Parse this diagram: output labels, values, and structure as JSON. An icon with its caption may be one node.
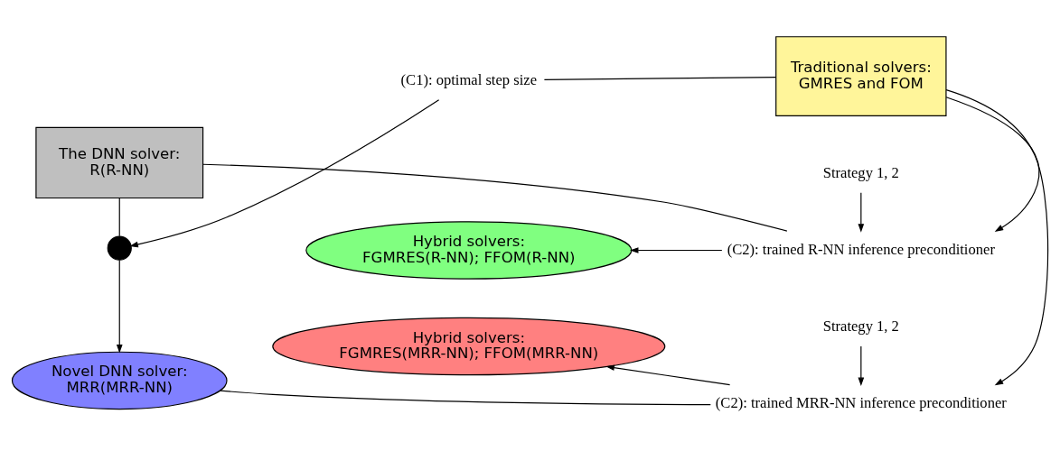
{
  "diagram": {
    "nodes": [
      {
        "text": [
          "Hybrid solvers:",
          "FGMRES(R-NN); FFOM(R-NN)"
        ]
      },
      {
        "text": [
          "Strategy 1, 2"
        ]
      },
      {
        "text": [
          "(C2): trained R-NN inference preconditioner"
        ]
      },
      {
        "text": [
          "The DNN solver:",
          "R(R-NN)"
        ]
      },
      {
        "text": [
          "Traditional solvers:",
          "GMRES and FOM"
        ]
      },
      {
        "text": [
          "(C1): optimal step size"
        ]
      },
      {
        "text": [],
        "shape": "circle"
      },
      {
        "text": [
          "Hybrid solvers:",
          "FGMRES(MRR-NN); FFOM(MRR-NN)"
        ]
      },
      {
        "text": [
          "(C2): trained MRR-NN inference preconditioner"
        ]
      },
      {
        "text": [
          "Novel DNN solver:",
          "MRR(MRR-NN)"
        ]
      },
      {
        "text": [
          "Strategy 1, 2"
        ]
      }
    ],
    "edges": [
      {
        "from": 3,
        "to": 2,
        "arrow": "none"
      },
      {
        "from": 2,
        "to": 0,
        "arrow": "to"
      },
      {
        "from": 1,
        "to": 2,
        "arrow": "to"
      },
      {
        "from": 4,
        "to": 2,
        "arrow": "to"
      },
      {
        "from": 4,
        "to": 5,
        "arrow": "none"
      },
      {
        "from": 5,
        "to": 6,
        "arrow": "to"
      },
      {
        "from": 3,
        "to": 6,
        "arrow": "none"
      },
      {
        "from": 6,
        "to": 9,
        "arrow": "to"
      },
      {
        "from": 4,
        "to": 8,
        "arrow": "to"
      },
      {
        "from": 10,
        "to": 8,
        "arrow": "to"
      },
      {
        "from": 9,
        "to": 8,
        "arrow": "none"
      },
      {
        "from": 8,
        "to": 7,
        "arrow": "to"
      }
    ]
  }
}
